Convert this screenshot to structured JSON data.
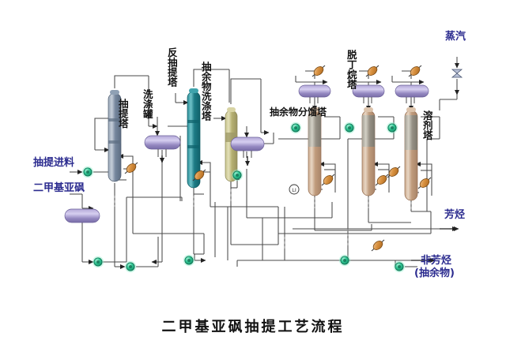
{
  "diagram": {
    "title": "二甲基亚砜抽提工艺流程",
    "background_color": "#ffffff",
    "label_color": "#2b2b8f",
    "title_color": "#111111"
  },
  "inputs": [
    {
      "id": "feed",
      "label": "抽提进料",
      "color": "#2b2b8f"
    },
    {
      "id": "solvent",
      "label": "二甲基亚砜",
      "color": "#2b2b8f"
    },
    {
      "id": "steam",
      "label": "蒸汽",
      "color": "#2b2b8f"
    }
  ],
  "outputs": [
    {
      "id": "aromatics",
      "label": "芳烃",
      "label2": "",
      "color": "#2b2b8f"
    },
    {
      "id": "non-aromatics",
      "label": "非芳烃",
      "label2": "(抽余物)",
      "color": "#2b2b8f"
    }
  ],
  "equipment": [
    {
      "id": "extraction-column",
      "label": "抽提塔",
      "color": "#7d8ea6",
      "type": "column"
    },
    {
      "id": "wash-drum",
      "label": "洗涤罐",
      "color": "#9b8ec4",
      "type": "drum"
    },
    {
      "id": "back-extract-column",
      "label": "反抽提塔",
      "color": "#1f7f88",
      "type": "column"
    },
    {
      "id": "raffinate-wash",
      "label": "抽余物洗涤塔",
      "color": "#c3bd83",
      "type": "column"
    },
    {
      "id": "raffinate-frac",
      "label": "抽余物分馏塔",
      "color": "#9b8ec4",
      "type": "drum"
    },
    {
      "id": "debutanizer",
      "label": "脱丁烷塔",
      "color": "#c8a98c",
      "type": "column"
    },
    {
      "id": "solvent-column",
      "label": "溶剂塔",
      "color": "#c8a98c",
      "type": "column"
    }
  ],
  "icons": {
    "pump": "pump-icon",
    "heat_exchanger": "heat-exchanger-icon",
    "valve": "valve-icon",
    "instrument": "instrument-bubble-icon",
    "arrow": "flow-arrow-icon"
  },
  "colors": {
    "pipe": "#4a4a4a",
    "pump_fill": "#2fbf8f",
    "exchanger_fill": "#d08a3c",
    "drum_fill": "#9b8ec4",
    "column_blue": "#7d8ea6",
    "column_teal": "#1f7f88",
    "column_olive": "#c3bd83",
    "column_tan": "#c8a98c"
  }
}
